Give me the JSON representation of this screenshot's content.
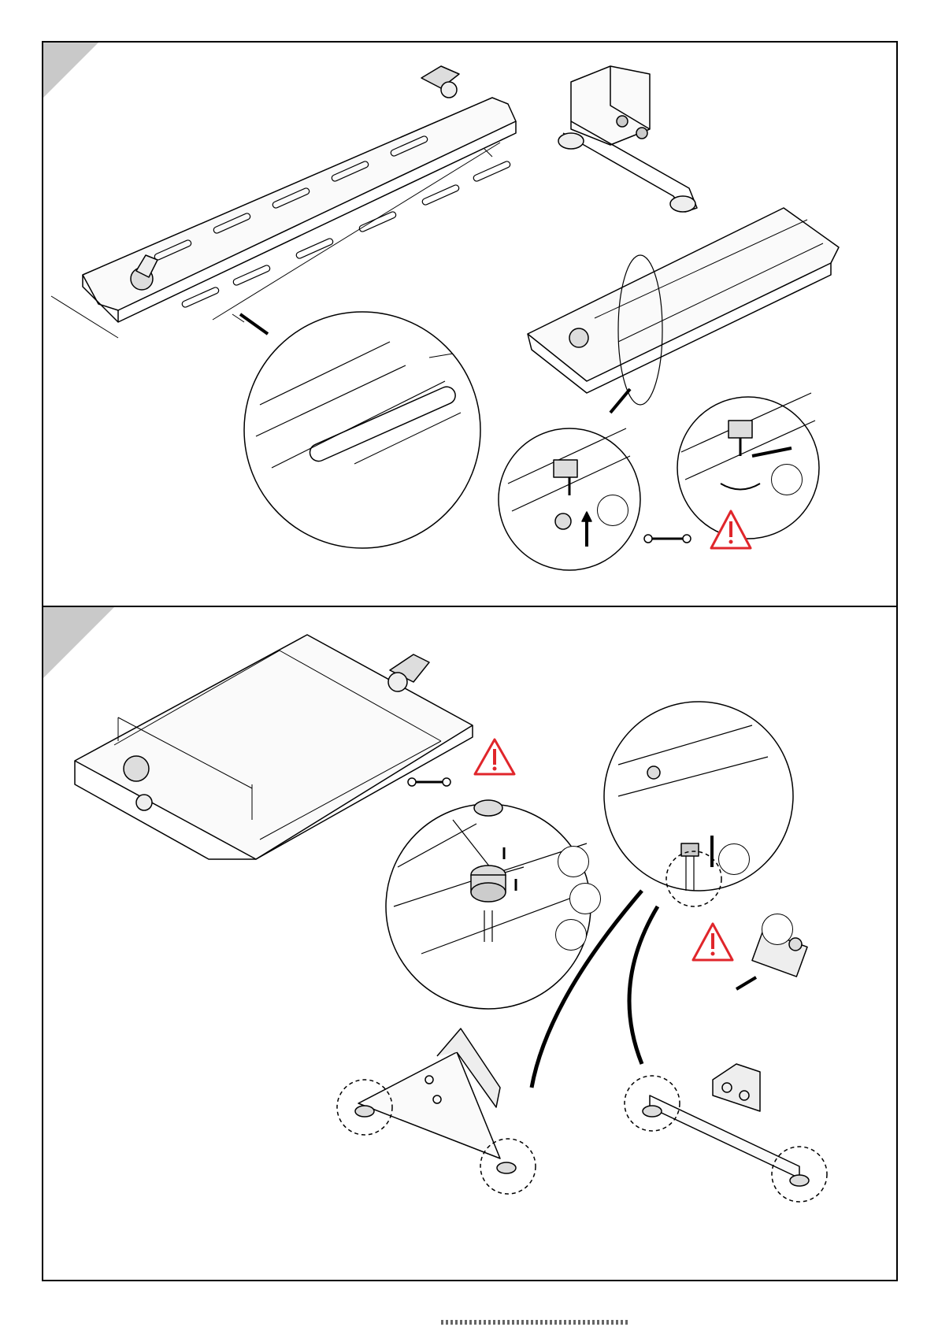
{
  "page": {
    "panels": [
      {
        "callouts": [
          "step-1",
          "step-2"
        ],
        "tools": [
          "wrench-icon",
          "warning-icon"
        ]
      },
      {
        "callouts": [
          "step-1",
          "step-2",
          "step-3",
          "step-4",
          "step-5"
        ],
        "tools": [
          "wrench-icon",
          "warning-icon",
          "warning-icon"
        ]
      }
    ],
    "colors": {
      "line": "#000000",
      "tab": "#c9c9c9",
      "warning": "#e0262b"
    }
  }
}
